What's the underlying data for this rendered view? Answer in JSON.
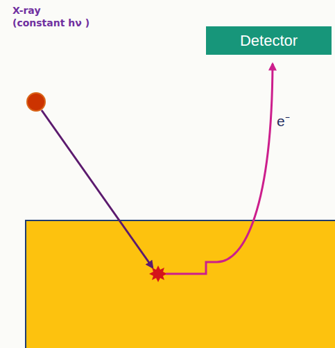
{
  "diagram": {
    "nodes": [
      {
        "text": [
          "Detector"
        ]
      }
    ],
    "labels": [
      "X-ray (constant hν )",
      "e⁻"
    ]
  }
}
